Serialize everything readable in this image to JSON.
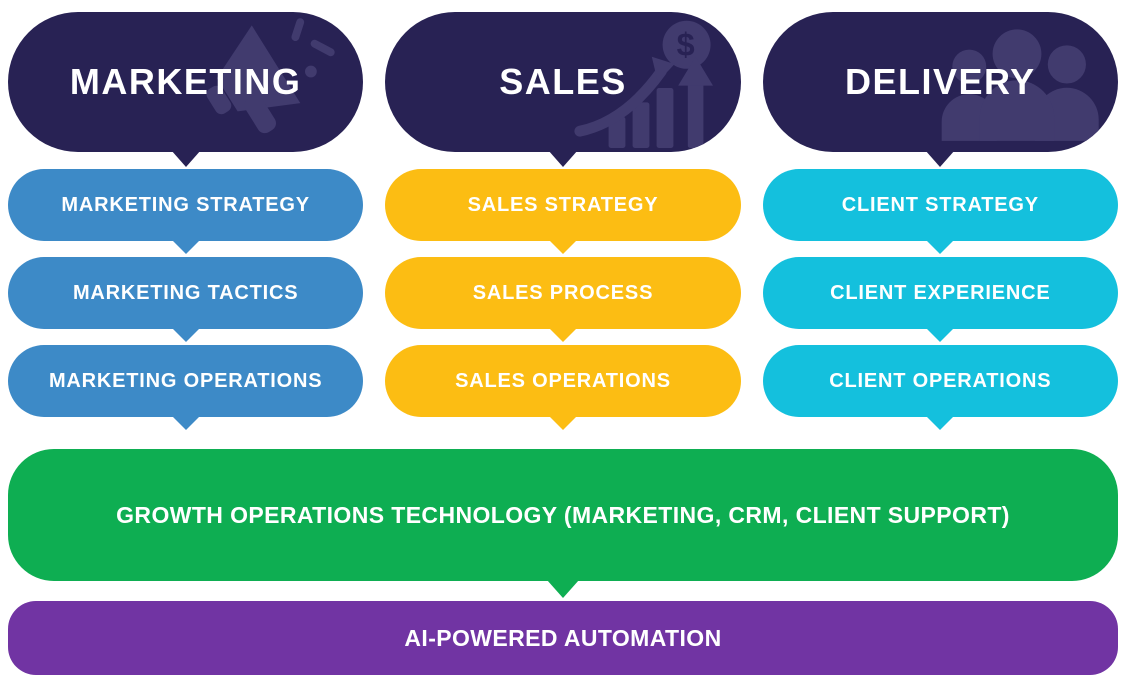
{
  "colors": {
    "background": "#ffffff",
    "header_pill": "#282254",
    "header_icon": "#413b6e",
    "marketing_pill": "#3d8ac7",
    "sales_pill": "#fcbd13",
    "delivery_pill": "#14c0dd",
    "growth_bar": "#0eae52",
    "automation_bar": "#7134a3",
    "text": "#ffffff"
  },
  "columns": [
    {
      "header": {
        "label": "MARKETING",
        "icon": "megaphone-icon",
        "color": "#282254"
      },
      "item_color": "#3d8ac7",
      "items": [
        "MARKETING STRATEGY",
        "MARKETING TACTICS",
        "MARKETING OPERATIONS"
      ]
    },
    {
      "header": {
        "label": "SALES",
        "icon": "sales-growth-chart-icon",
        "color": "#282254"
      },
      "item_color": "#fcbd13",
      "items": [
        "SALES STRATEGY",
        "SALES PROCESS",
        "SALES OPERATIONS"
      ]
    },
    {
      "header": {
        "label": "DELIVERY",
        "icon": "people-group-icon",
        "color": "#282254"
      },
      "item_color": "#14c0dd",
      "items": [
        "CLIENT STRATEGY",
        "CLIENT EXPERIENCE",
        "CLIENT OPERATIONS"
      ]
    }
  ],
  "bars": [
    {
      "label": "GROWTH OPERATIONS TECHNOLOGY (MARKETING, CRM, CLIENT SUPPORT)",
      "color": "#0eae52"
    },
    {
      "label": "AI-POWERED AUTOMATION",
      "color": "#7134a3"
    }
  ]
}
